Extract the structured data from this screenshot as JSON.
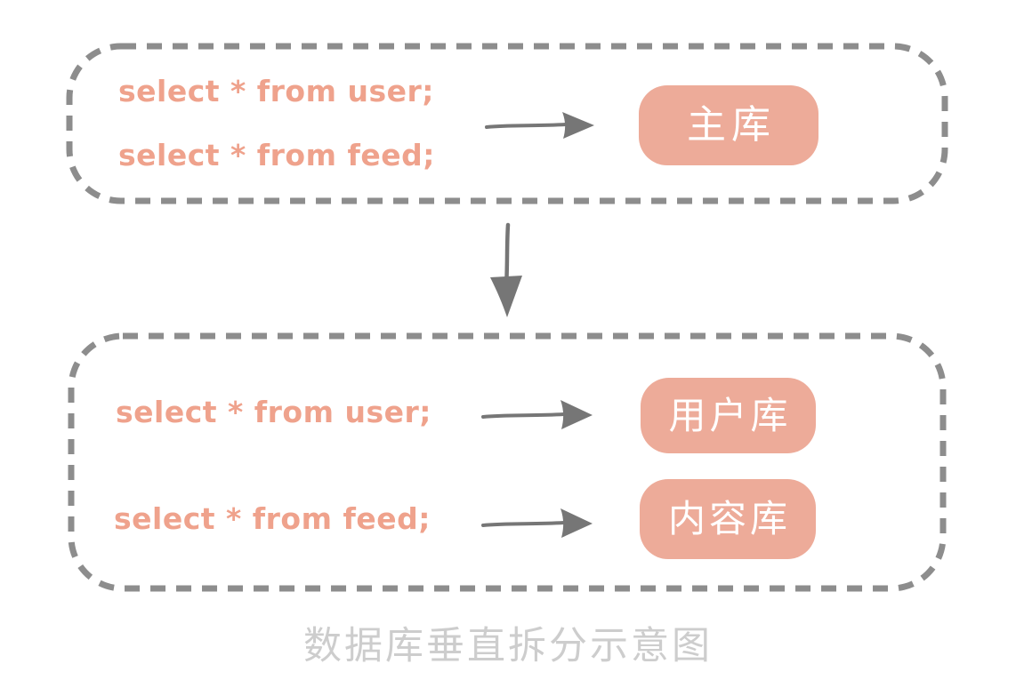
{
  "diagram": {
    "title_caption": "数据库垂直拆分示意图",
    "top_group": {
      "queries": [
        "select * from user;",
        "select * from feed;"
      ],
      "database": "主库"
    },
    "bottom_group": {
      "rows": [
        {
          "query": "select * from user;",
          "database": "用户库"
        },
        {
          "query": "select * from feed;",
          "database": "内容库"
        }
      ]
    },
    "icons": {
      "right_arrow": "arrow-right-icon",
      "down_arrow": "arrow-down-icon"
    },
    "colors": {
      "query_text": "#efa28c",
      "db_box_fill": "#edab99",
      "db_box_text": "#ffffff",
      "dashed_border": "#8d8d8d",
      "arrow": "#767676",
      "caption_text": "#cdcdcd"
    }
  }
}
